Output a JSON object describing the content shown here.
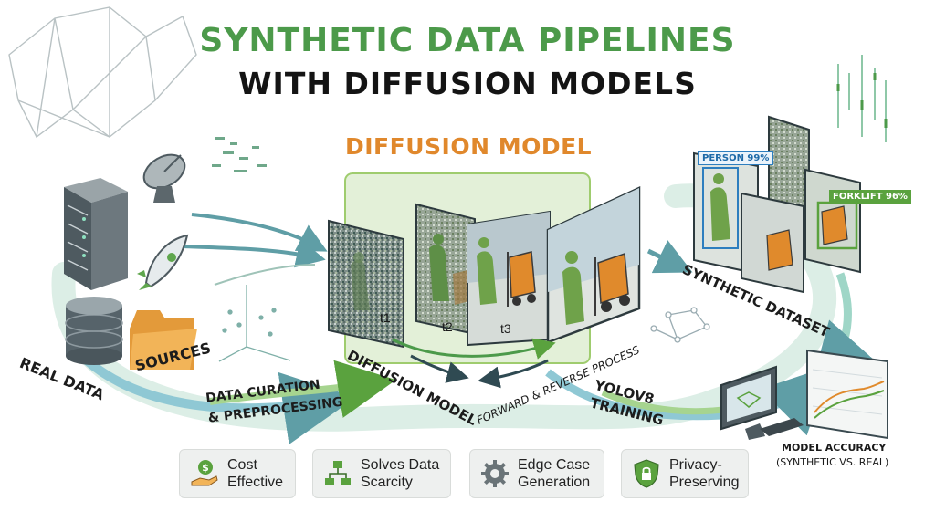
{
  "title": {
    "line1": "SYNTHETIC DATA PIPELINES",
    "line2": "WITH DIFFUSION MODELS"
  },
  "diffusion_header": "DIFFUSION MODEL",
  "labels": {
    "real_data": "REAL DATA",
    "sources": "SOURCES",
    "curation_line1": "DATA CURATION",
    "curation_line2": "& PREPROCESSING",
    "diffusion_model": "DIFFUSION MODEL",
    "forward_reverse": "FORWARD & REVERSE PROCESS",
    "yolo_line1": "YOLOV8",
    "yolo_line2": "TRAINING",
    "synthetic_dataset": "SYNTHETIC DATASET"
  },
  "timesteps": [
    "t1",
    "t2",
    "t3"
  ],
  "detections": {
    "person": "PERSON 99%",
    "forklift": "FORKLIFT 96%"
  },
  "accuracy": {
    "title": "MODEL ACCURACY",
    "subtitle": "(SYNTHETIC VS. REAL)"
  },
  "benefits": [
    {
      "icon": "money-hand-icon",
      "text": "Cost\nEffective"
    },
    {
      "icon": "hierarchy-icon",
      "text": "Solves Data\nScarcity"
    },
    {
      "icon": "gear-icon",
      "text": "Edge Case\nGeneration"
    },
    {
      "icon": "shield-lock-icon",
      "text": "Privacy-\nPreserving"
    }
  ],
  "colors": {
    "green": "#4c9a4a",
    "orange": "#e0882c",
    "teal": "#5f9ea6",
    "detection_blue": "#2d7ebf",
    "detection_green": "#5aa23e"
  }
}
